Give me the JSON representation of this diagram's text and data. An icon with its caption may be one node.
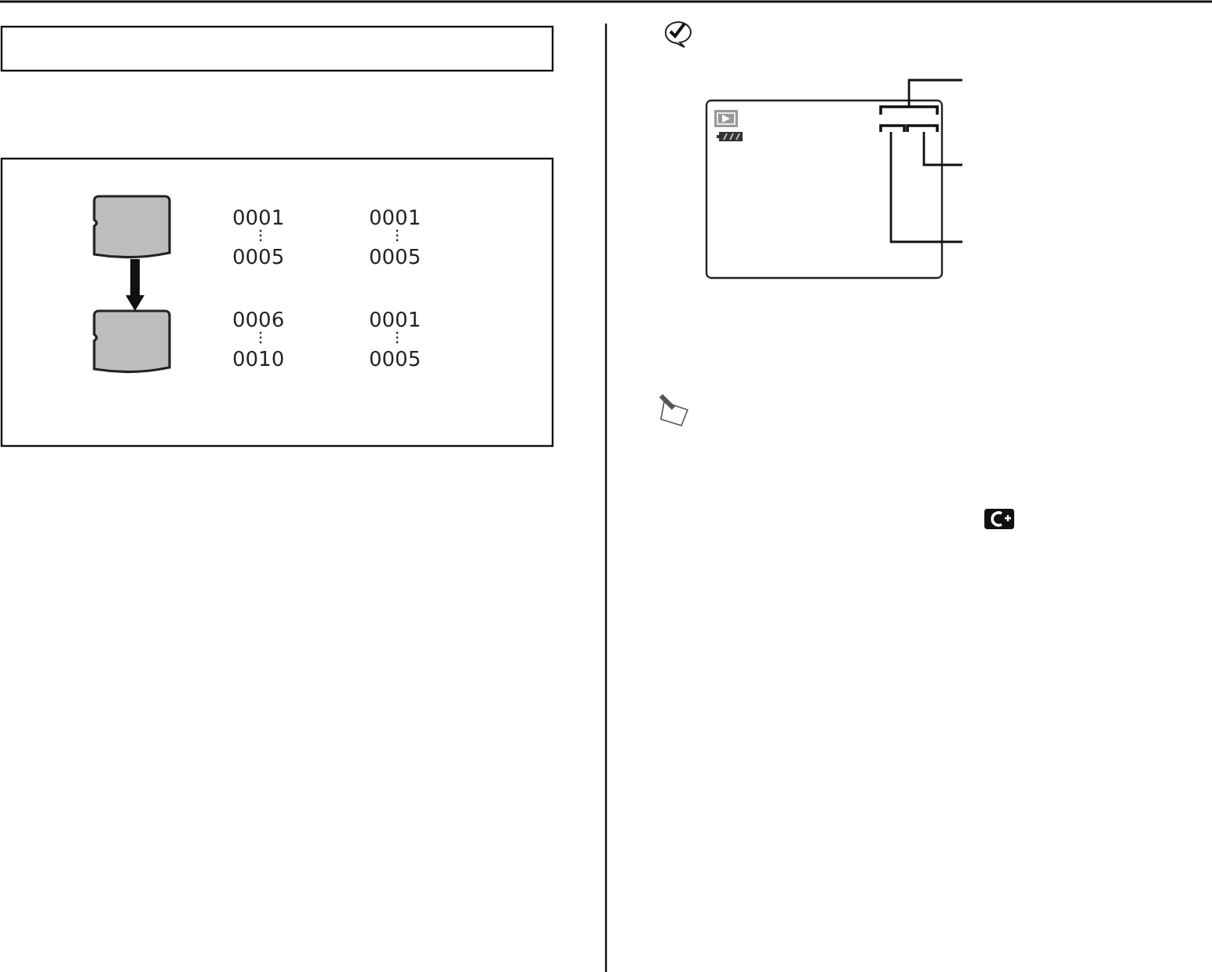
{
  "diagram": {
    "nodes": [
      {
        "text": [],
        "shape": "box"
      },
      {
        "text": [],
        "shape": "card"
      },
      {
        "text": [],
        "shape": "card"
      },
      {
        "text": [],
        "shape": "bracket"
      },
      {
        "text": [],
        "shape": "bracket"
      },
      {
        "text": [],
        "shape": "bracket"
      }
    ],
    "edges": [
      {
        "from": 1,
        "to": 2,
        "arrow": "to",
        "style": "thick"
      },
      {
        "from": null,
        "to": 3,
        "arrow": "none"
      },
      {
        "from": null,
        "to": 5,
        "arrow": "none"
      },
      {
        "from": null,
        "to": 4,
        "arrow": "none"
      }
    ],
    "labels": [
      "0001",
      "0001",
      "0005",
      "0005",
      "0006",
      "0001",
      "0010",
      "0005"
    ]
  }
}
